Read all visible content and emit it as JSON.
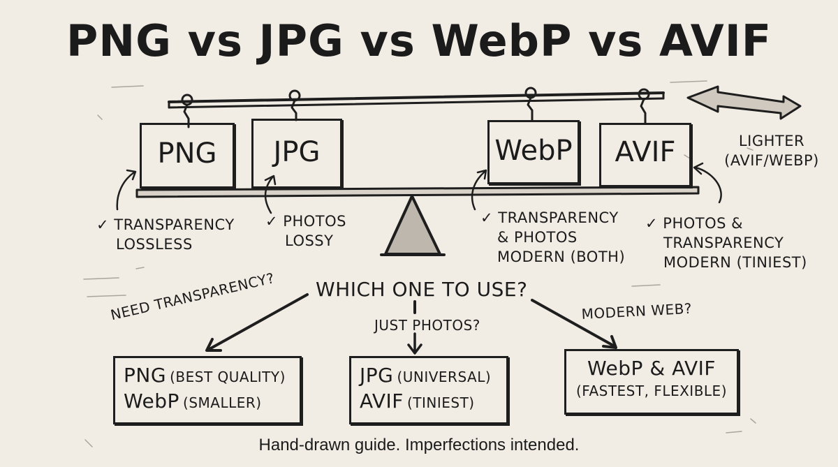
{
  "title": "PNG vs JPG vs WebP vs AVIF",
  "scale": {
    "boxes": [
      "PNG",
      "JPG",
      "WebP",
      "AVIF"
    ],
    "arrow_label": [
      "LIGHTER",
      "(AVIF/WEBP)"
    ]
  },
  "notes": {
    "png": [
      "TRANSPARENCY",
      "LOSSLESS"
    ],
    "jpg": [
      "PHOTOS",
      "LOSSY"
    ],
    "webp": [
      "TRANSPARENCY",
      "& PHOTOS",
      "MODERN (BOTH)"
    ],
    "avif": [
      "PHOTOS &",
      "TRANSPARENCY",
      "MODERN (TINIEST)"
    ],
    "checkmark": "✓"
  },
  "decision": {
    "question": "WHICH ONE TO USE?",
    "branches": {
      "left": "NEED TRANSPARENCY?",
      "middle": "JUST PHOTOS?",
      "right": "MODERN WEB?"
    },
    "results": {
      "left": {
        "line1_main": "PNG",
        "line1_note": "(BEST QUALITY)",
        "line2_main": "WebP",
        "line2_note": "(SMALLER)"
      },
      "middle": {
        "line1_main": "JPG",
        "line1_note": "(UNIVERSAL)",
        "line2_main": "AVIF",
        "line2_note": "(TINIEST)"
      },
      "right": {
        "line1": "WebP & AVIF",
        "line2": "(FASTEST, FLEXIBLE)"
      }
    }
  },
  "footer": "Hand-drawn guide. Imperfections intended."
}
